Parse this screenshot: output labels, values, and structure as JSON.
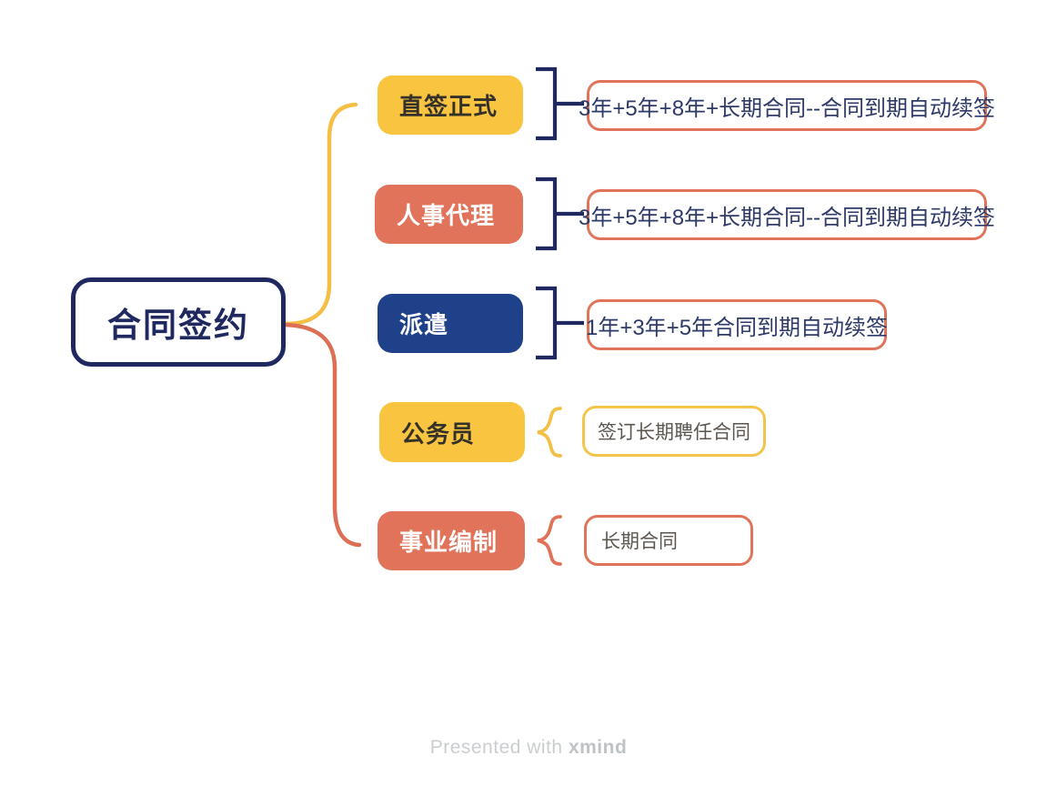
{
  "central": {
    "label": "合同签约"
  },
  "branches": [
    {
      "label": "直签正式",
      "style": "yellow",
      "connector": "bracket",
      "child": {
        "label": "3年+5年+8年+长期合同--合同到期自动续签",
        "border": "salmon"
      }
    },
    {
      "label": "人事代理",
      "style": "salmon",
      "connector": "bracket",
      "child": {
        "label": "3年+5年+8年+长期合同--合同到期自动续签",
        "border": "salmon"
      }
    },
    {
      "label": "派遣",
      "style": "blue",
      "connector": "bracket",
      "child": {
        "label": "1年+3年+5年合同到期自动续签",
        "border": "salmon"
      }
    },
    {
      "label": "公务员",
      "style": "yellow",
      "connector": "brace",
      "child": {
        "label": "签订长期聘任合同",
        "border": "yellow"
      }
    },
    {
      "label": "事业编制",
      "style": "salmon",
      "connector": "brace",
      "child": {
        "label": "长期合同",
        "border": "salmon"
      }
    }
  ],
  "watermark": {
    "prefix": "Presented with ",
    "brand": "xmind"
  },
  "colors": {
    "yellow": "#F9C440",
    "salmon": "#E0735A",
    "navy": "#1F2960",
    "blue": "#1E4189",
    "child_text": "#2E3A67",
    "muted_text": "#5C564F",
    "curve_yellow": "#F5BE45",
    "curve_salmon": "#DC6F55",
    "watermark_gray": "#CBCED0"
  }
}
